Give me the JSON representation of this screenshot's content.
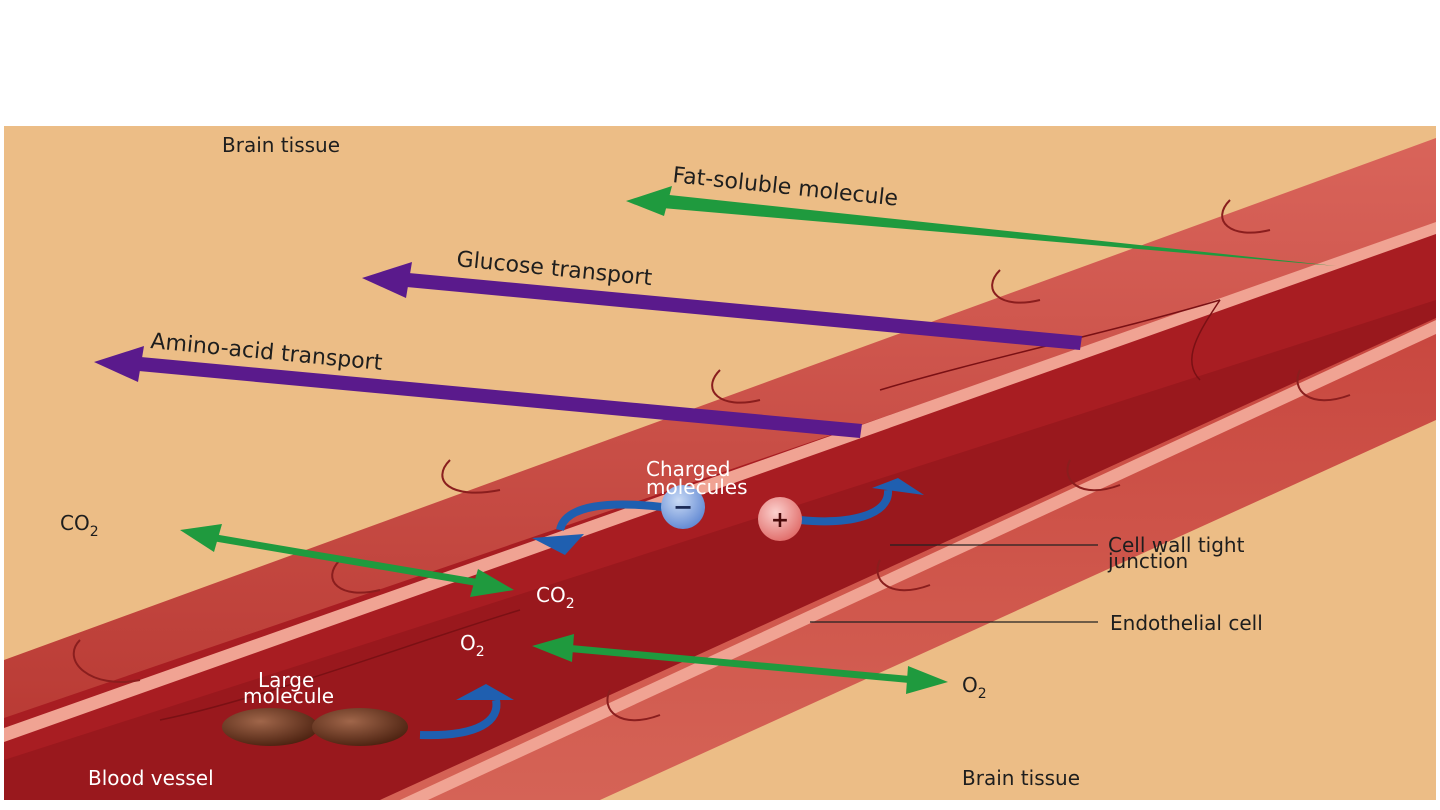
{
  "labels": {
    "brain_tissue_top": "Brain tissue",
    "brain_tissue_bottom": "Brain tissue",
    "blood_vessel": "Blood vessel",
    "fat_soluble": "Fat-soluble molecule",
    "glucose": "Glucose transport",
    "amino_acid": "Amino-acid transport",
    "charged_line1": "Charged",
    "charged_line2": "molecules",
    "co2_outside": "CO",
    "co2_inside": "CO",
    "o2_inside": "O",
    "o2_outside": "O",
    "subscript_2": "2",
    "large_line1": "Large",
    "large_line2": "molecule",
    "tight_junction_line1": "Cell wall tight",
    "tight_junction_line2": "junction",
    "endothelial": "Endothelial cell",
    "minus_sign": "−",
    "plus_sign": "+"
  },
  "colors": {
    "tissue": "#ecbd86",
    "vessel_wall": "#c7483f",
    "vessel_wall_light": "#d96a5a",
    "lumen": "#a81d22",
    "lumen_dark": "#8a1418",
    "junction_pink": "#f0a393",
    "green_arrow": "#1f9a3e",
    "purple_arrow": "#5a1a8c",
    "blue_arrow": "#1f5fb0",
    "large_molecule": "#5a2a16",
    "neg_ion": "#6f95d8",
    "pos_ion": "#e77b78"
  }
}
